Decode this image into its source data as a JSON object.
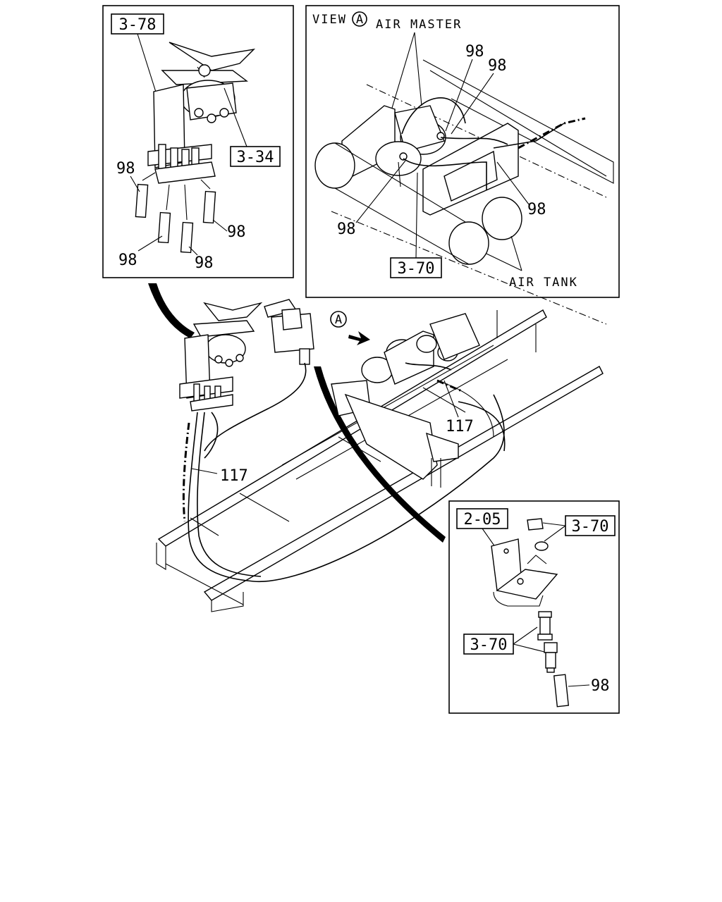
{
  "view_caption": "VIEW",
  "view_letter": "A",
  "arrow_letter": "A",
  "labels": {
    "air_master": "AIR MASTER",
    "air_tank": "AIR TANK"
  },
  "refs": {
    "ref_3_78": "3-78",
    "ref_3_34": "3-34",
    "ref_3_70_view": "3-70",
    "ref_2_05": "2-05",
    "ref_3_70_top": "3-70",
    "ref_3_70_mid": "3-70"
  },
  "part_numbers": {
    "p98_tl_left": "98",
    "p98_tl_right": "98",
    "p98_tl_bottom_left": "98",
    "p98_tl_bottom_mid": "98",
    "p98_view_top1": "98",
    "p98_view_top2": "98",
    "p98_view_right": "98",
    "p98_view_left": "98",
    "p98_br": "98",
    "p117_left": "117",
    "p117_right": "117"
  }
}
